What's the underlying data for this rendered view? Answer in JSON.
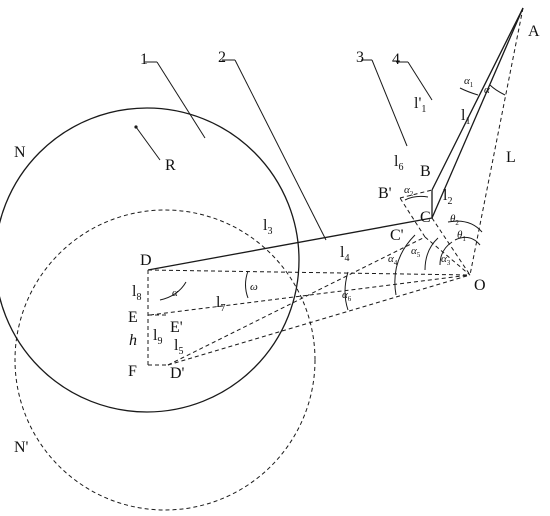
{
  "points": {
    "A": "A",
    "B": "B",
    "B_prime": "B'",
    "C": "C",
    "C_prime": "C'",
    "O": "O",
    "D": "D",
    "D_prime": "D'",
    "E": "E",
    "E_prime": "E'",
    "F": "F"
  },
  "regions": {
    "N": "N",
    "N_prime": "N'",
    "R": "R",
    "h": "h",
    "L": "L"
  },
  "callouts": [
    "1",
    "2",
    "3",
    "4"
  ],
  "lengths": {
    "l": "l",
    "l1": "1",
    "l1p": "'",
    "l1p_sub": "1",
    "l2": "2",
    "l3": "3",
    "l4": "4",
    "l5": "5",
    "l6": "6",
    "l7": "7",
    "l8": "8",
    "l9": "9"
  },
  "angles": {
    "alpha": "α",
    "omega": "ω",
    "theta": "θ",
    "a1": "1",
    "a2": "2",
    "a3": "3",
    "a4": "4",
    "a5": "5",
    "a6": "6",
    "t1": "1",
    "t2": "2"
  }
}
